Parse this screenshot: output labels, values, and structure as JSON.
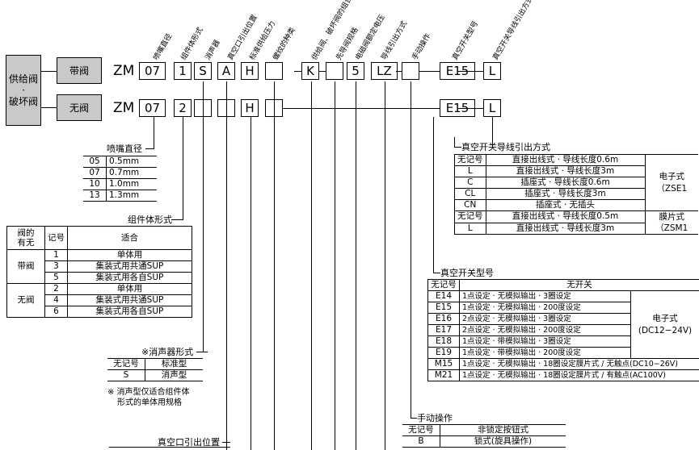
{
  "valve_group": {
    "label_top": "供给阀",
    "label_dot": "·",
    "label_bottom": "破坏阀"
  },
  "row1": {
    "tag": "带阀",
    "prefix": "ZM",
    "boxes": [
      "07",
      "1",
      "S",
      "A",
      "H",
      "",
      "K",
      "",
      "5",
      "LZ",
      "",
      "E15",
      "L"
    ]
  },
  "row2": {
    "tag": "无阀",
    "prefix": "ZM",
    "boxes": [
      "07",
      "2",
      "",
      "",
      "H",
      "",
      "E15",
      "L"
    ]
  },
  "column_labels": [
    "喷嘴直径",
    "组件体形式",
    "消声器",
    "真空口引出位置",
    "标准供给压力",
    "螺纹的种类",
    "供给阀、破坏阀的组合",
    "先导阀规格",
    "电磁阀额定电压",
    "导线引出方式",
    "手动操作",
    "真空开关型号",
    "真空开关导线引出方式"
  ],
  "nozzle": {
    "title": "喷嘴直径",
    "rows": [
      [
        "05",
        "0.5mm"
      ],
      [
        "07",
        "0.7mm"
      ],
      [
        "10",
        "1.0mm"
      ],
      [
        "13",
        "1.3mm"
      ]
    ]
  },
  "body": {
    "title": "组件体形式",
    "headers": [
      "阀的\n有无",
      "记号",
      "适合"
    ],
    "groups": [
      {
        "name": "带阀",
        "rows": [
          [
            "1",
            "单体用"
          ],
          [
            "3",
            "集装式用共通SUP"
          ],
          [
            "5",
            "集装式用各自SUP"
          ]
        ]
      },
      {
        "name": "无阀",
        "rows": [
          [
            "2",
            "单体用"
          ],
          [
            "4",
            "集装式用共通SUP"
          ],
          [
            "6",
            "集装式用各自SUP"
          ]
        ]
      }
    ]
  },
  "silencer": {
    "title": "※消声器形式",
    "rows": [
      [
        "无记号",
        "标准型"
      ],
      [
        "S",
        "消声型"
      ]
    ],
    "note1": "※ 消声型仅适合组件体",
    "note2": "形式的单体用规格"
  },
  "vacuum_port": {
    "title": "真空口引出位置"
  },
  "sw_lead": {
    "title": "真空开关导线引出方式",
    "rows": [
      [
        "无记号",
        "直接出线式 · 导线长度0.6m"
      ],
      [
        "L",
        "直接出线式 · 导线长度3m"
      ],
      [
        "C",
        "插座式 · 导线长度0.6m"
      ],
      [
        "CL",
        "插座式 · 导线长度3m"
      ],
      [
        "CN",
        "插座式 · 无插头"
      ],
      [
        "无记号",
        "直接出线式 · 导线长度0.5m"
      ],
      [
        "L",
        "直接出线式 · 导线长度3m"
      ]
    ],
    "group1": "电子式\n（ZSE1",
    "group2": "膜片式\n（ZSM1"
  },
  "sw_model": {
    "title": "真空开关型号",
    "header": [
      "无记号",
      "无开关"
    ],
    "rows": [
      [
        "E14",
        "1点设定 · 无模拟输出 · 3圈设定"
      ],
      [
        "E15",
        "1点设定 · 无模拟输出 · 200度设定"
      ],
      [
        "E16",
        "2点设定 · 无模拟输出 · 3圈设定"
      ],
      [
        "E17",
        "2点设定 · 无模拟输出 · 200度设定"
      ],
      [
        "E18",
        "1点设定 · 带模拟输出 · 3圈设定"
      ],
      [
        "E19",
        "1点设定 · 带模拟输出 · 200度设定"
      ],
      [
        "M15",
        "1点设定 · 无模拟输出 · 18圈设定膜片式 / 无触点(DC10−26V)"
      ],
      [
        "M21",
        "1点设定 · 无模拟输出 · 18圈设定膜片式 / 有触点(AC100V)"
      ]
    ],
    "group": "电子式\n(DC12−24V)"
  },
  "manual": {
    "title": "手动操作",
    "rows": [
      [
        "无记号",
        "非锁定按钮式"
      ],
      [
        "B",
        "锁式(旋具操作)"
      ]
    ]
  }
}
